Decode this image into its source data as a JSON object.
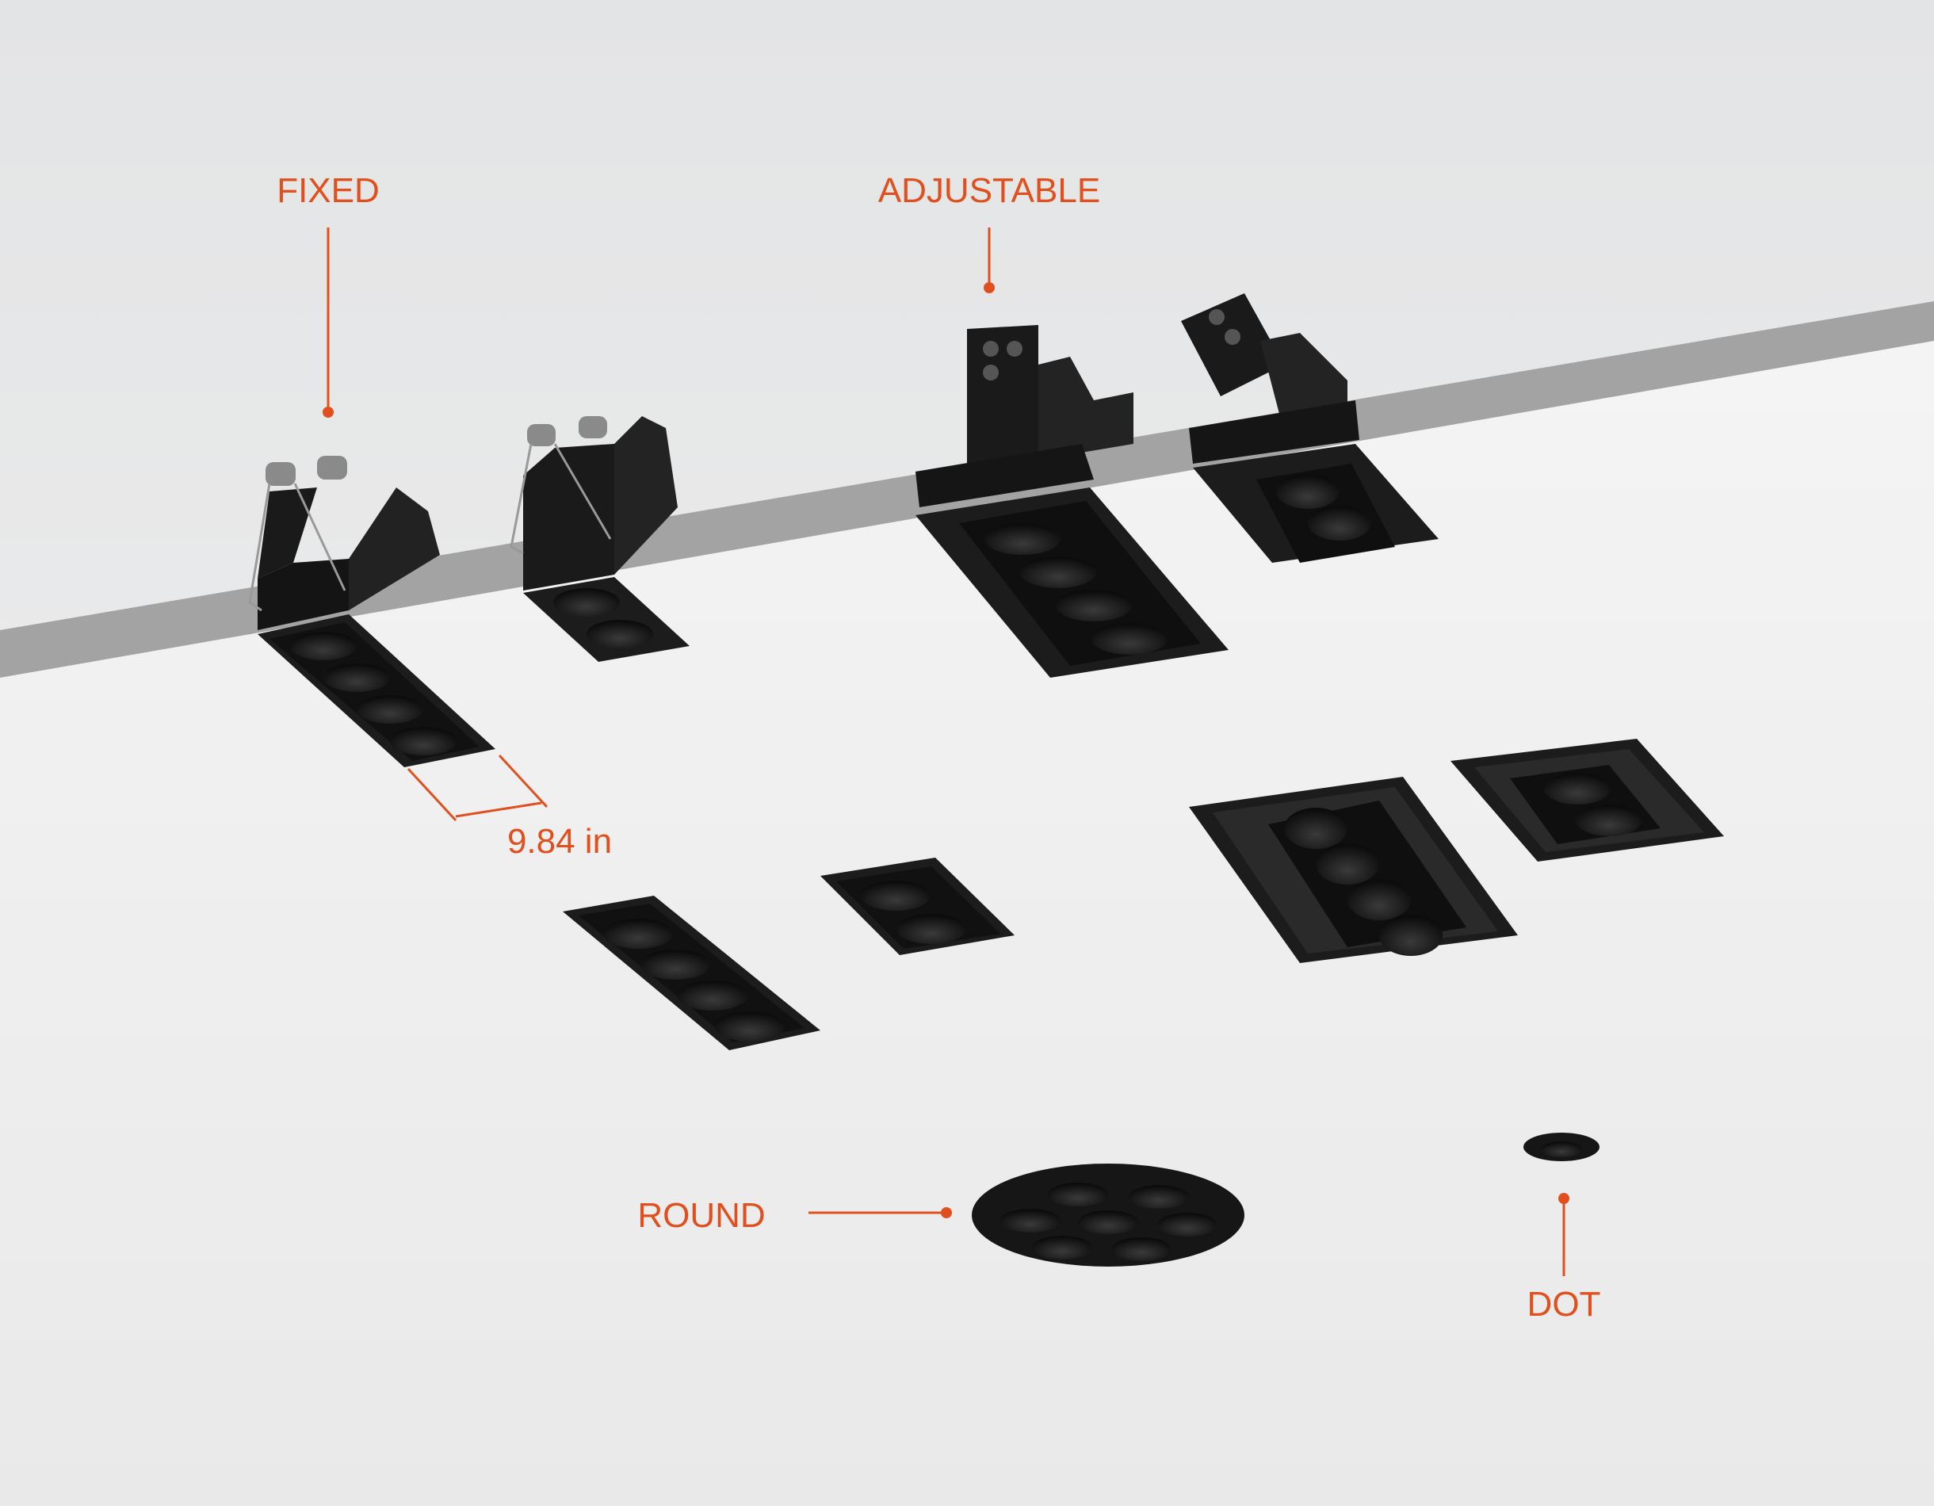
{
  "labels": {
    "fixed": "FIXED",
    "adjustable": "ADJUSTABLE",
    "round": "ROUND",
    "dot": "DOT",
    "dimension": "9.84 in"
  },
  "colors": {
    "accent": "#e0501e",
    "fixture": "#1a1a1a",
    "ceiling_edge": "#a3a3a3",
    "background_top": "#e3e4e5",
    "background_bottom": "#f0f0f0"
  }
}
